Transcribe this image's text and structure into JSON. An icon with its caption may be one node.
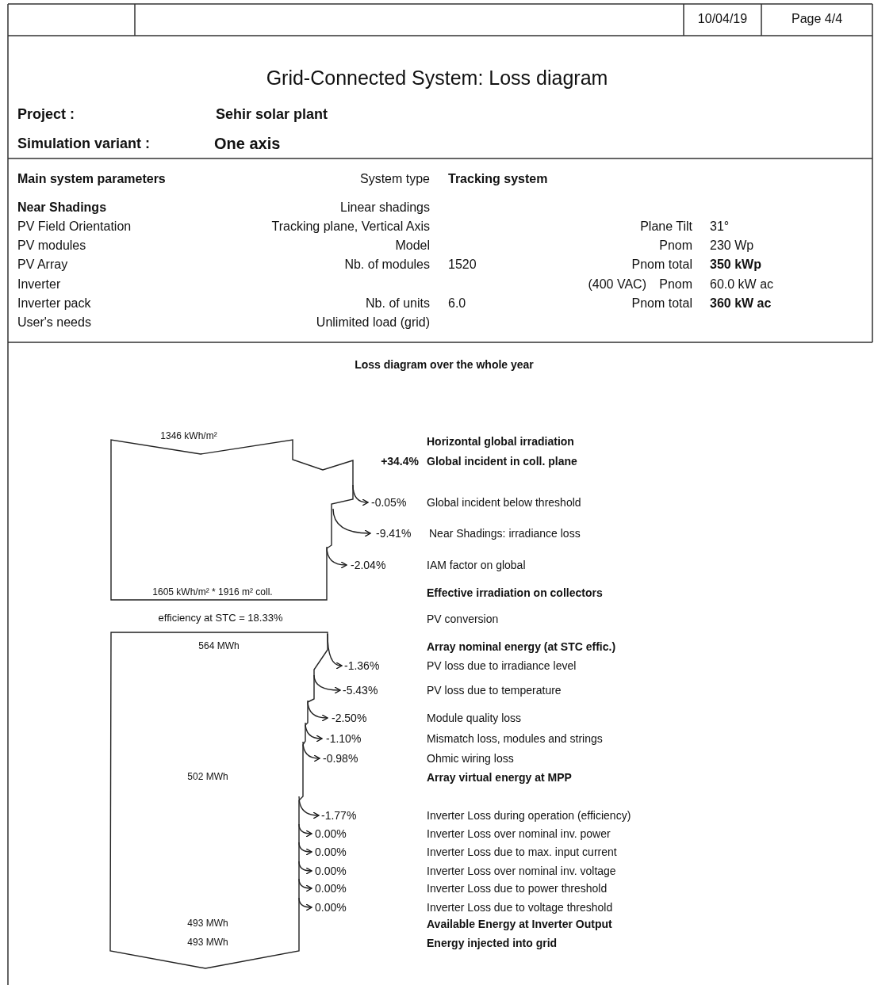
{
  "diagram": {
    "title": "Grid-Connected System: Loss diagram",
    "labels": [
      "10/04/19",
      "Page 4/4",
      "Project :",
      "Sehir solar plant",
      "Simulation variant :",
      "One axis",
      "Main system parameters",
      "System type",
      "Tracking system",
      "Near Shadings",
      "Linear shadings",
      "PV Field Orientation",
      "Tracking plane, Vertical Axis",
      "Plane Tilt",
      "31°",
      "PV modules",
      "Model",
      "Pnom",
      "230 Wp",
      "PV Array",
      "Nb. of modules",
      "1520",
      "Pnom total",
      "350 kWp",
      "Inverter",
      "(400 VAC)",
      "Pnom",
      "60.0 kW ac",
      "Inverter pack",
      "Nb. of units",
      "6.0",
      "Pnom total",
      "360 kW ac",
      "User's needs",
      "Unlimited load (grid)",
      "Loss diagram over the whole year",
      "1346 kWh/m²",
      "Horizontal global irradiation",
      "+34.4%",
      "Global incident in coll. plane",
      "-0.05%",
      "Global incident below threshold",
      "-9.41%",
      "Near Shadings: irradiance loss",
      "-2.04%",
      "IAM factor on global",
      "1605 kWh/m² * 1916 m² coll.",
      "Effective irradiation on collectors",
      "efficiency at STC = 18.33%",
      "PV conversion",
      "564 MWh",
      "Array nominal energy (at STC effic.)",
      "-1.36%",
      "PV loss due to irradiance level",
      "-5.43%",
      "PV loss due to temperature",
      "-2.50%",
      "Module quality loss",
      "-1.10%",
      "Mismatch loss, modules and strings",
      "-0.98%",
      "Ohmic wiring loss",
      "502 MWh",
      "Array virtual energy at MPP",
      "-1.77%",
      "Inverter Loss during operation (efficiency)",
      "0.00%",
      "Inverter Loss over nominal inv. power",
      "0.00%",
      "Inverter Loss due to max. input current",
      "0.00%",
      "Inverter Loss over nominal inv. voltage",
      "0.00%",
      "Inverter Loss due to power threshold",
      "0.00%",
      "Inverter Loss due to voltage threshold",
      "493 MWh",
      "Available Energy at Inverter Output",
      "493 MWh",
      "Energy injected into grid"
    ]
  }
}
